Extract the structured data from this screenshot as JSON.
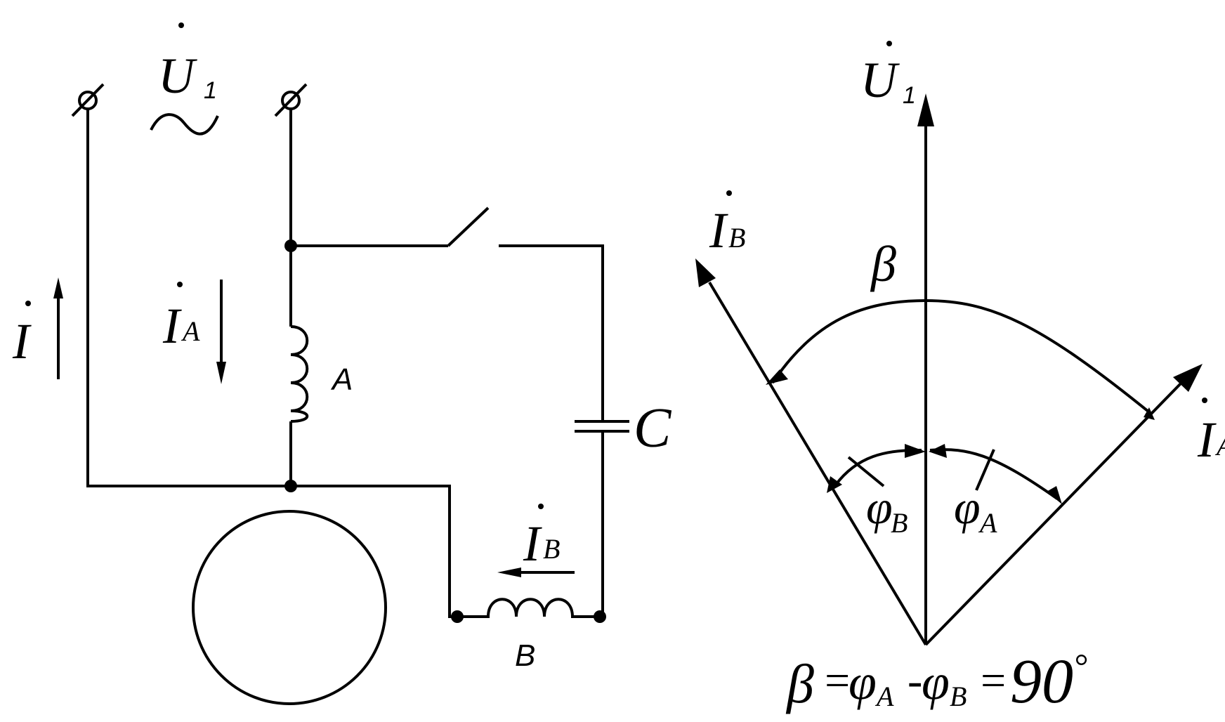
{
  "circuit": {
    "source_voltage": {
      "symbol": "U",
      "subscript": "1"
    },
    "total_current": {
      "symbol": "I",
      "subscript": ""
    },
    "current_a": {
      "symbol": "I",
      "subscript": "A"
    },
    "current_b": {
      "symbol": "I",
      "subscript": "B"
    },
    "winding_a": "A",
    "winding_b": "B",
    "capacitor": "C",
    "ac_symbol": "~"
  },
  "phasor": {
    "voltage": {
      "symbol": "U",
      "subscript": "1"
    },
    "current_b": {
      "symbol": "I",
      "subscript": "B"
    },
    "current_a": {
      "symbol": "I",
      "subscript": "A"
    },
    "beta": "β",
    "phi_b": {
      "symbol": "φ",
      "subscript": "B"
    },
    "phi_a": {
      "symbol": "φ",
      "subscript": "A"
    }
  },
  "formula": {
    "beta": "β",
    "eq1": "=",
    "phi_a": "φ",
    "phi_a_sub": "A",
    "minus": "-",
    "phi_b": "φ",
    "phi_b_sub": "B",
    "eq2": "=",
    "value": "90",
    "degree": "°"
  }
}
